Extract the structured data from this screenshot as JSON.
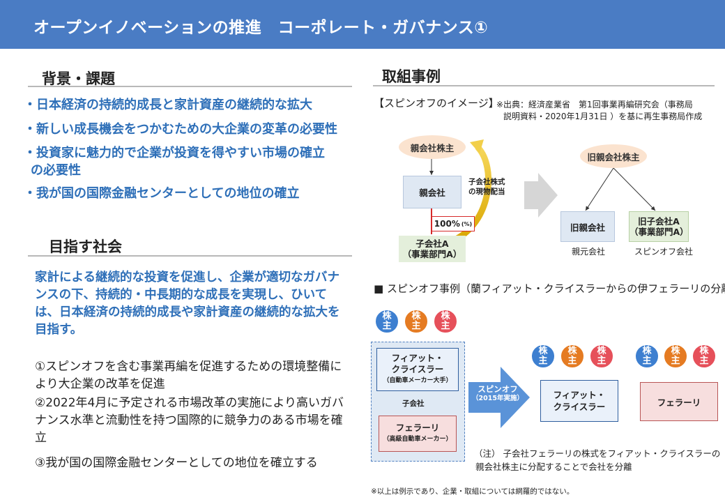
{
  "header": {
    "title": "オープンイノベーションの推進　コーポレート・ガバナンス①"
  },
  "left": {
    "background_heading": "背景・課題",
    "background_bullets": [
      "・日本経済の持続的成長と家計資産の継続的な拡大",
      "・新しい成長機会をつかむための大企業の変革の必要性",
      "・投資家に魅力的で企業が投資を得やすい市場の確立",
      "の必要性",
      "・我が国の国際金融センターとしての地位の確立"
    ],
    "society_heading": "目指す社会",
    "society_text": "家計による継続的な投資を促進し、企業が適切なガバナンスの下、持続的・中長期的な成長を実現し、ひいては、日本経済の持続的成長や家計資産の継続的な拡大を目指す。",
    "measures": [
      "①スピンオフを含む事業再編を促進するための環境整備により大企業の改革を促進",
      "②2022年4月に予定される市場改革の実施により高いガバナンス水準と流動性を持つ国際的に競争力のある市場を確立",
      "③我が国の国際金融センターとしての地位を確立する"
    ]
  },
  "right": {
    "heading": "取組事例",
    "image_caption": "【スピンオフのイメージ】",
    "source_line1": "※出典：経済産業省　第1回事業再編研究会（事務局",
    "source_line2": "説明資料・2020年1月31日 ）を基に再生事務局作成",
    "diagram": {
      "parent_shareholder": "親会社株主",
      "parent_company": "親会社",
      "dividend_line1": "子会社株式",
      "dividend_line2": "の現物配当",
      "percent": "100%",
      "percent_unit": "(%)",
      "subsidiary_line1": "子会社A",
      "subsidiary_line2": "（事業部門A）",
      "old_parent_shareholder": "旧親会社株主",
      "old_parent_company": "旧親会社",
      "old_subsidiary_line1": "旧子会社A",
      "old_subsidiary_line2": "（事業部門A）",
      "label_parent": "親元会社",
      "label_spinoff": "スピンオフ会社"
    },
    "example_heading": "■ スピンオフ事例（蘭フィアット・クライスラーからの伊フェラーリの分離）",
    "shareholder_label": "株主",
    "fca_line1": "フィアット・",
    "fca_line2": "クライスラー",
    "fca_sub": "（自動車メーカー大手）",
    "subsidiary_label": "子会社",
    "ferrari": "フェラーリ",
    "ferrari_sub": "（高級自動車メーカー）",
    "spinoff_label": "スピンオフ",
    "spinoff_year": "（2015年実施）",
    "after_fca_line1": "フィアット・",
    "after_fca_line2": "クライスラー",
    "after_ferrari": "フェラーリ",
    "note_line1": "（注） 子会社フェラーリの株式をフィアット・クライスラーの",
    "note_line2": "親会社株主に分配することで会社を分離",
    "footnote": "※以上は例示であり、企業・取組については網羅的ではない。"
  },
  "colors": {
    "banner": "#4a7cc4",
    "accent_text": "#2e6fb8",
    "shareholder_blue": "#3d7fd0",
    "shareholder_orange": "#e57b22",
    "shareholder_red": "#e6505a"
  }
}
